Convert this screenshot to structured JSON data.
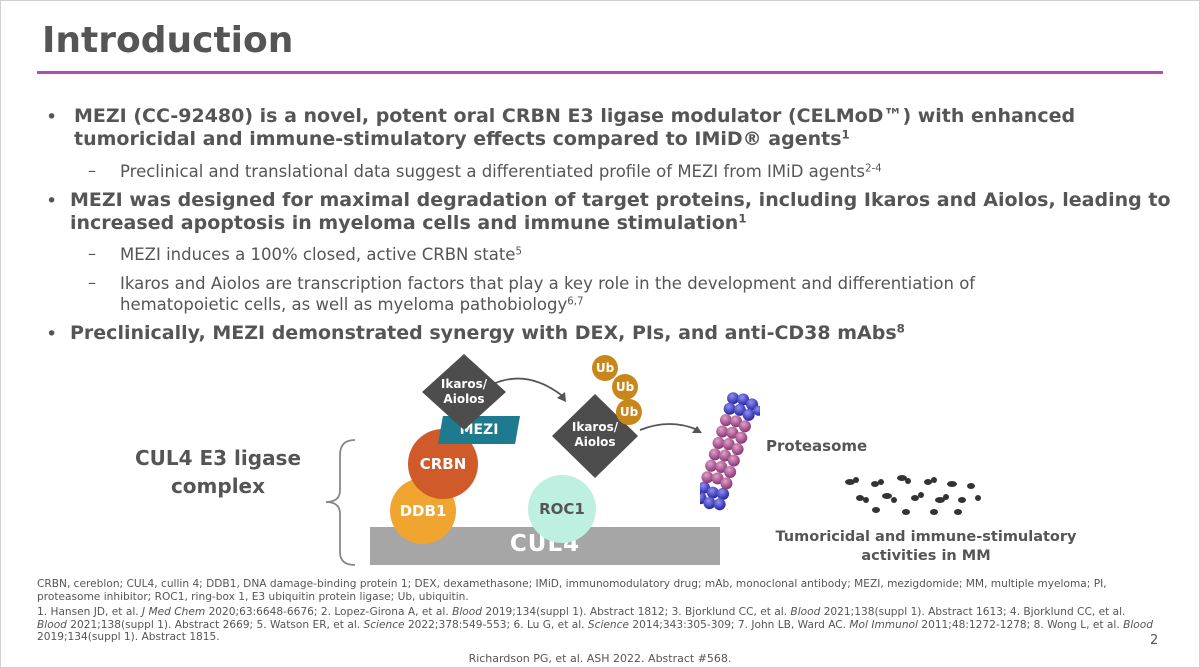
{
  "slide": {
    "title": "Introduction",
    "page_number": "2",
    "citation": "Richardson PG, et al. ASH 2022. Abstract #568.",
    "accent_color": "#b14db5"
  },
  "bullets": [
    {
      "line1": "MEZI (CC-92480) is a novel, potent oral CRBN E3 ligase modulator (CELMoD™) with enhanced",
      "line2": "tumoricidal and immune-stimulatory effects compared to IMiD® agents",
      "line2_sup": "1",
      "subs": [
        {
          "text": "Preclinical and translational data suggest a differentiated profile of MEZI from IMiD agents",
          "sup": "2-4"
        }
      ]
    },
    {
      "line1": "MEZI was designed for maximal degradation of target proteins, including Ikaros and Aiolos, leading to",
      "line2": "increased apoptosis in myeloma cells and immune stimulation",
      "line2_sup": "1",
      "subs": [
        {
          "text": "MEZI induces a 100% closed, active CRBN state",
          "sup": "5"
        },
        {
          "line1": "Ikaros and Aiolos are transcription factors that play a key role in the development and differentiation of",
          "line2": "hematopoietic cells, as well as myeloma pathobiology",
          "sup": "6,7"
        }
      ]
    },
    {
      "line1": "Preclinically, MEZI demonstrated synergy with DEX, PIs, and anti-CD38 mAbs",
      "line1_sup": "8"
    }
  ],
  "diagram": {
    "complex_label_line1": "CUL4 E3 ligase",
    "complex_label_line2": "complex",
    "cul4": "CUL4",
    "ddb1": "DDB1",
    "crbn": "CRBN",
    "roc1": "ROC1",
    "mezi": "MEZI",
    "target_line1": "Ikaros/",
    "target_line2": "Aiolos",
    "ub": "Ub",
    "proteasome": "Proteasome",
    "outcome_line1": "Tumoricidal and immune-stimulatory",
    "outcome_line2": "activities in MM",
    "colors": {
      "ddb1": "#f0a530",
      "crbn": "#d05a2a",
      "roc1": "#bdf0e0",
      "mezi": "#1d7a8f",
      "cul4": "#a6a6a6",
      "diamond": "#4d4d4d",
      "ub": "#c8871a"
    }
  },
  "footnotes": {
    "abbreviations": "CRBN, cereblon; CUL4, cullin 4; DDB1, DNA damage-binding protein 1; DEX, dexamethasone; IMiD, immunomodulatory drug; mAb, monoclonal antibody; MEZI, mezigdomide; MM, multiple myeloma; PI, proteasome inhibitor; ROC1, ring-box 1, E3 ubiquitin protein ligase; Ub, ubiquitin.",
    "references": [
      {
        "pre": "1. Hansen JD, et al. ",
        "journal": "J Med Chem",
        "post": " 2020;63:6648-6676; "
      },
      {
        "pre": "2. Lopez-Girona A, et al. ",
        "journal": "Blood",
        "post": " 2019;134(suppl 1). Abstract 1812; "
      },
      {
        "pre": "3. Bjorklund CC, et al. ",
        "journal": "Blood",
        "post": " 2021;138(suppl 1). Abstract 1613; "
      },
      {
        "pre": "4. Bjorklund CC, et al. ",
        "journal": "Blood",
        "post": " 2021;138(suppl 1). Abstract 2669; "
      },
      {
        "pre": "5. Watson ER, et al. ",
        "journal": "Science",
        "post": " 2022;378:549-553; "
      },
      {
        "pre": "6. Lu G, et al. ",
        "journal": "Science",
        "post": " 2014;343:305-309; "
      },
      {
        "pre": "7. John LB, Ward AC. ",
        "journal": "Mol Immunol",
        "post": " 2011;48:1272-1278; "
      },
      {
        "pre": "8. Wong L, et al. ",
        "journal": "Blood",
        "post": " 2019;134(suppl 1). Abstract 1815."
      }
    ]
  }
}
